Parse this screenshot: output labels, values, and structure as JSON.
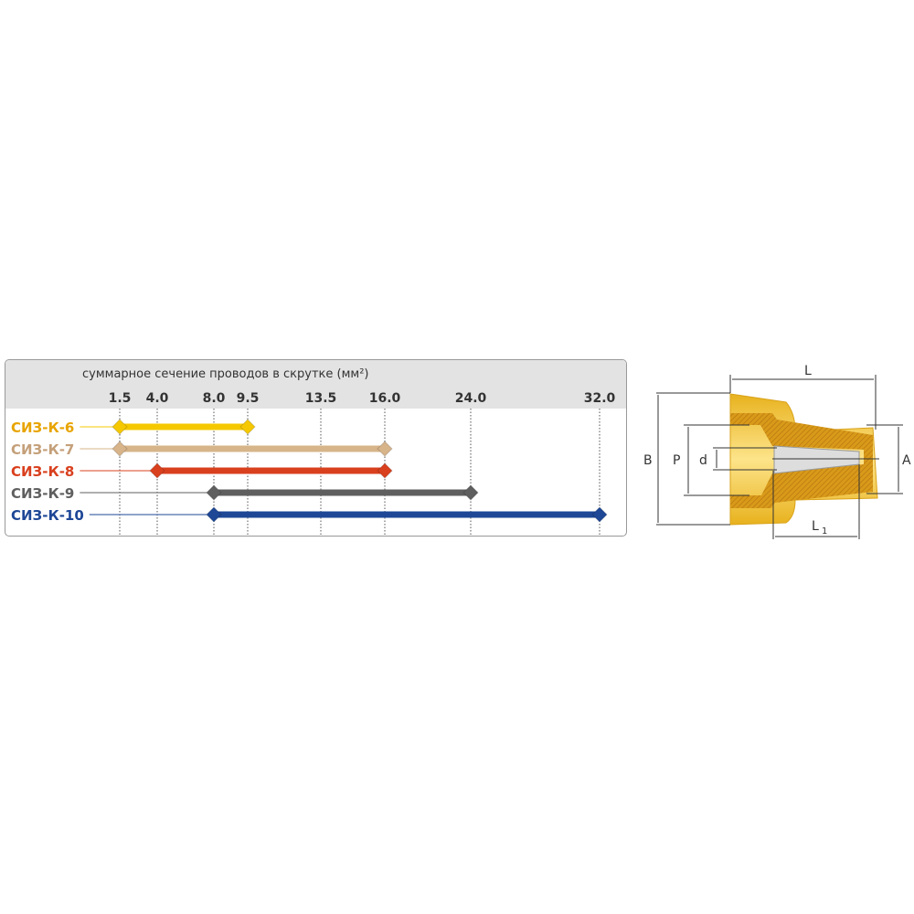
{
  "chart_data": {
    "type": "range-bar",
    "title": "суммарное сечение проводов в скрутке (мм²)",
    "tick_labels": [
      "1.5",
      "4.0",
      "8.0",
      "9.5",
      "13.5",
      "16.0",
      "24.0",
      "32.0"
    ],
    "ticks": [
      1.5,
      4.0,
      8.0,
      9.5,
      13.5,
      16.0,
      24.0,
      32.0
    ],
    "series": [
      {
        "name": "СИЗ-К-6",
        "min": 1.5,
        "max": 9.5,
        "color": "#f5c800",
        "text_color": "#e8a400"
      },
      {
        "name": "СИЗ-К-7",
        "min": 1.5,
        "max": 16.0,
        "color": "#d7b48a",
        "text_color": "#c4a07a"
      },
      {
        "name": "СИЗ-К-8",
        "min": 4.0,
        "max": 16.0,
        "color": "#d9401e",
        "text_color": "#d9401e"
      },
      {
        "name": "СИЗ-К-9",
        "min": 8.0,
        "max": 24.0,
        "color": "#5f5f5f",
        "text_color": "#5f5f5f"
      },
      {
        "name": "СИЗ-К-10",
        "min": 8.0,
        "max": 32.0,
        "color": "#1e4796",
        "text_color": "#1e4796"
      }
    ],
    "grid": true
  },
  "diagram": {
    "labels": {
      "L": "L",
      "L1": "L",
      "L1_sub": "1",
      "B": "B",
      "P": "P",
      "d": "d",
      "A": "A"
    }
  }
}
